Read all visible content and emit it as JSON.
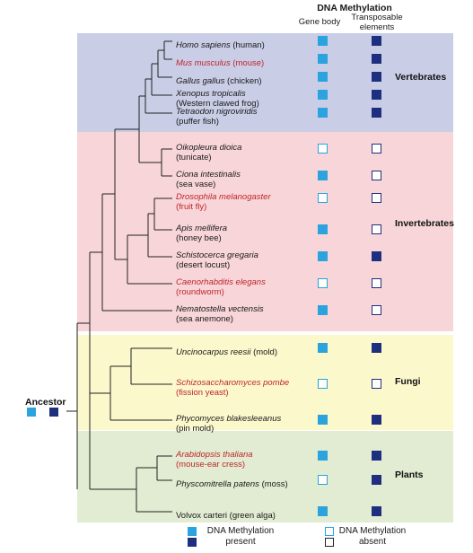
{
  "header": {
    "title": "DNA Methylation",
    "gene_body": "Gene body",
    "transposable": "Transposable",
    "transposable2": "elements"
  },
  "colors": {
    "vertebrates_bg": "#c9cde6",
    "invertebrates_bg": "#f7d5d8",
    "fungi_bg": "#fbf8cc",
    "plants_bg": "#e1ecd2",
    "gene_present": "#2aa3de",
    "te_present": "#1f2f7f",
    "absent_stroke_gene": "#2aa3de",
    "absent_stroke_te": "#1f2f7f",
    "red_label": "#c0262d"
  },
  "groups": {
    "vertebrates": "Vertebrates",
    "invertebrates": "Invertebrates",
    "fungi": "Fungi",
    "plants": "Plants"
  },
  "ancestor": "Ancestor",
  "species": [
    {
      "name": "Homo sapiens",
      "common": " (human)",
      "red": false,
      "twoLine": false,
      "gene": "present",
      "te": "present"
    },
    {
      "name": "Mus musculus",
      "common": " (mouse)",
      "red": true,
      "twoLine": false,
      "gene": "present",
      "te": "present"
    },
    {
      "name": "Gallus gallus",
      "common": " (chicken)",
      "red": false,
      "twoLine": false,
      "gene": "present",
      "te": "present"
    },
    {
      "name": "Xenopus tropicalis",
      "common": "(Western clawed frog)",
      "red": false,
      "twoLine": true,
      "gene": "present",
      "te": "present"
    },
    {
      "name": "Tetraodon nigroviridis",
      "common": "(puffer fish)",
      "red": false,
      "twoLine": true,
      "gene": "present",
      "te": "present"
    },
    {
      "name": "Oikopleura dioica",
      "common": "(tunicate)",
      "red": false,
      "twoLine": true,
      "gene": "absent",
      "te": "absent"
    },
    {
      "name": "Ciona intestinalis",
      "common": "(sea vase)",
      "red": false,
      "twoLine": true,
      "gene": "present",
      "te": "absent"
    },
    {
      "name": "Drosophila melanogaster",
      "common": "(fruit fly)",
      "red": true,
      "twoLine": true,
      "gene": "absent",
      "te": "absent"
    },
    {
      "name": "Apis mellifera",
      "common": "(honey bee)",
      "red": false,
      "twoLine": true,
      "gene": "present",
      "te": "absent"
    },
    {
      "name": "Schistocerca gregaria",
      "common": "(desert locust)",
      "red": false,
      "twoLine": true,
      "gene": "present",
      "te": "present"
    },
    {
      "name": "Caenorhabditis elegans",
      "common": "(roundworm)",
      "red": true,
      "twoLine": true,
      "gene": "absent",
      "te": "absent"
    },
    {
      "name": "Nematostella vectensis",
      "common": "(sea anemone)",
      "red": false,
      "twoLine": true,
      "gene": "present",
      "te": "absent"
    },
    {
      "name": "Uncinocarpus reesii",
      "common": " (mold)",
      "red": false,
      "twoLine": false,
      "gene": "present",
      "te": "present"
    },
    {
      "name": "Schizosaccharomyces pombe",
      "common": "(fission yeast)",
      "red": true,
      "twoLine": true,
      "gene": "absent",
      "te": "absent"
    },
    {
      "name": "Phycomyces blakesleeanus",
      "common": "(pin mold)",
      "red": false,
      "twoLine": true,
      "gene": "present",
      "te": "present"
    },
    {
      "name": "Arabidopsis thaliana",
      "common": "(mouse-ear cress)",
      "red": true,
      "twoLine": true,
      "gene": "present",
      "te": "present"
    },
    {
      "name": "Physcomitrella patens",
      "common": " (moss)",
      "red": false,
      "twoLine": false,
      "gene": "absent",
      "te": "present"
    },
    {
      "name": "Volvox carteri",
      "common": " (green alga)",
      "red": false,
      "twoLine": false,
      "gene": "present",
      "te": "present",
      "upright": true
    }
  ],
  "legend": {
    "present_line1": "DNA Methylation",
    "present_line2": "present",
    "absent_line1": "DNA Methylation",
    "absent_line2": "absent"
  }
}
